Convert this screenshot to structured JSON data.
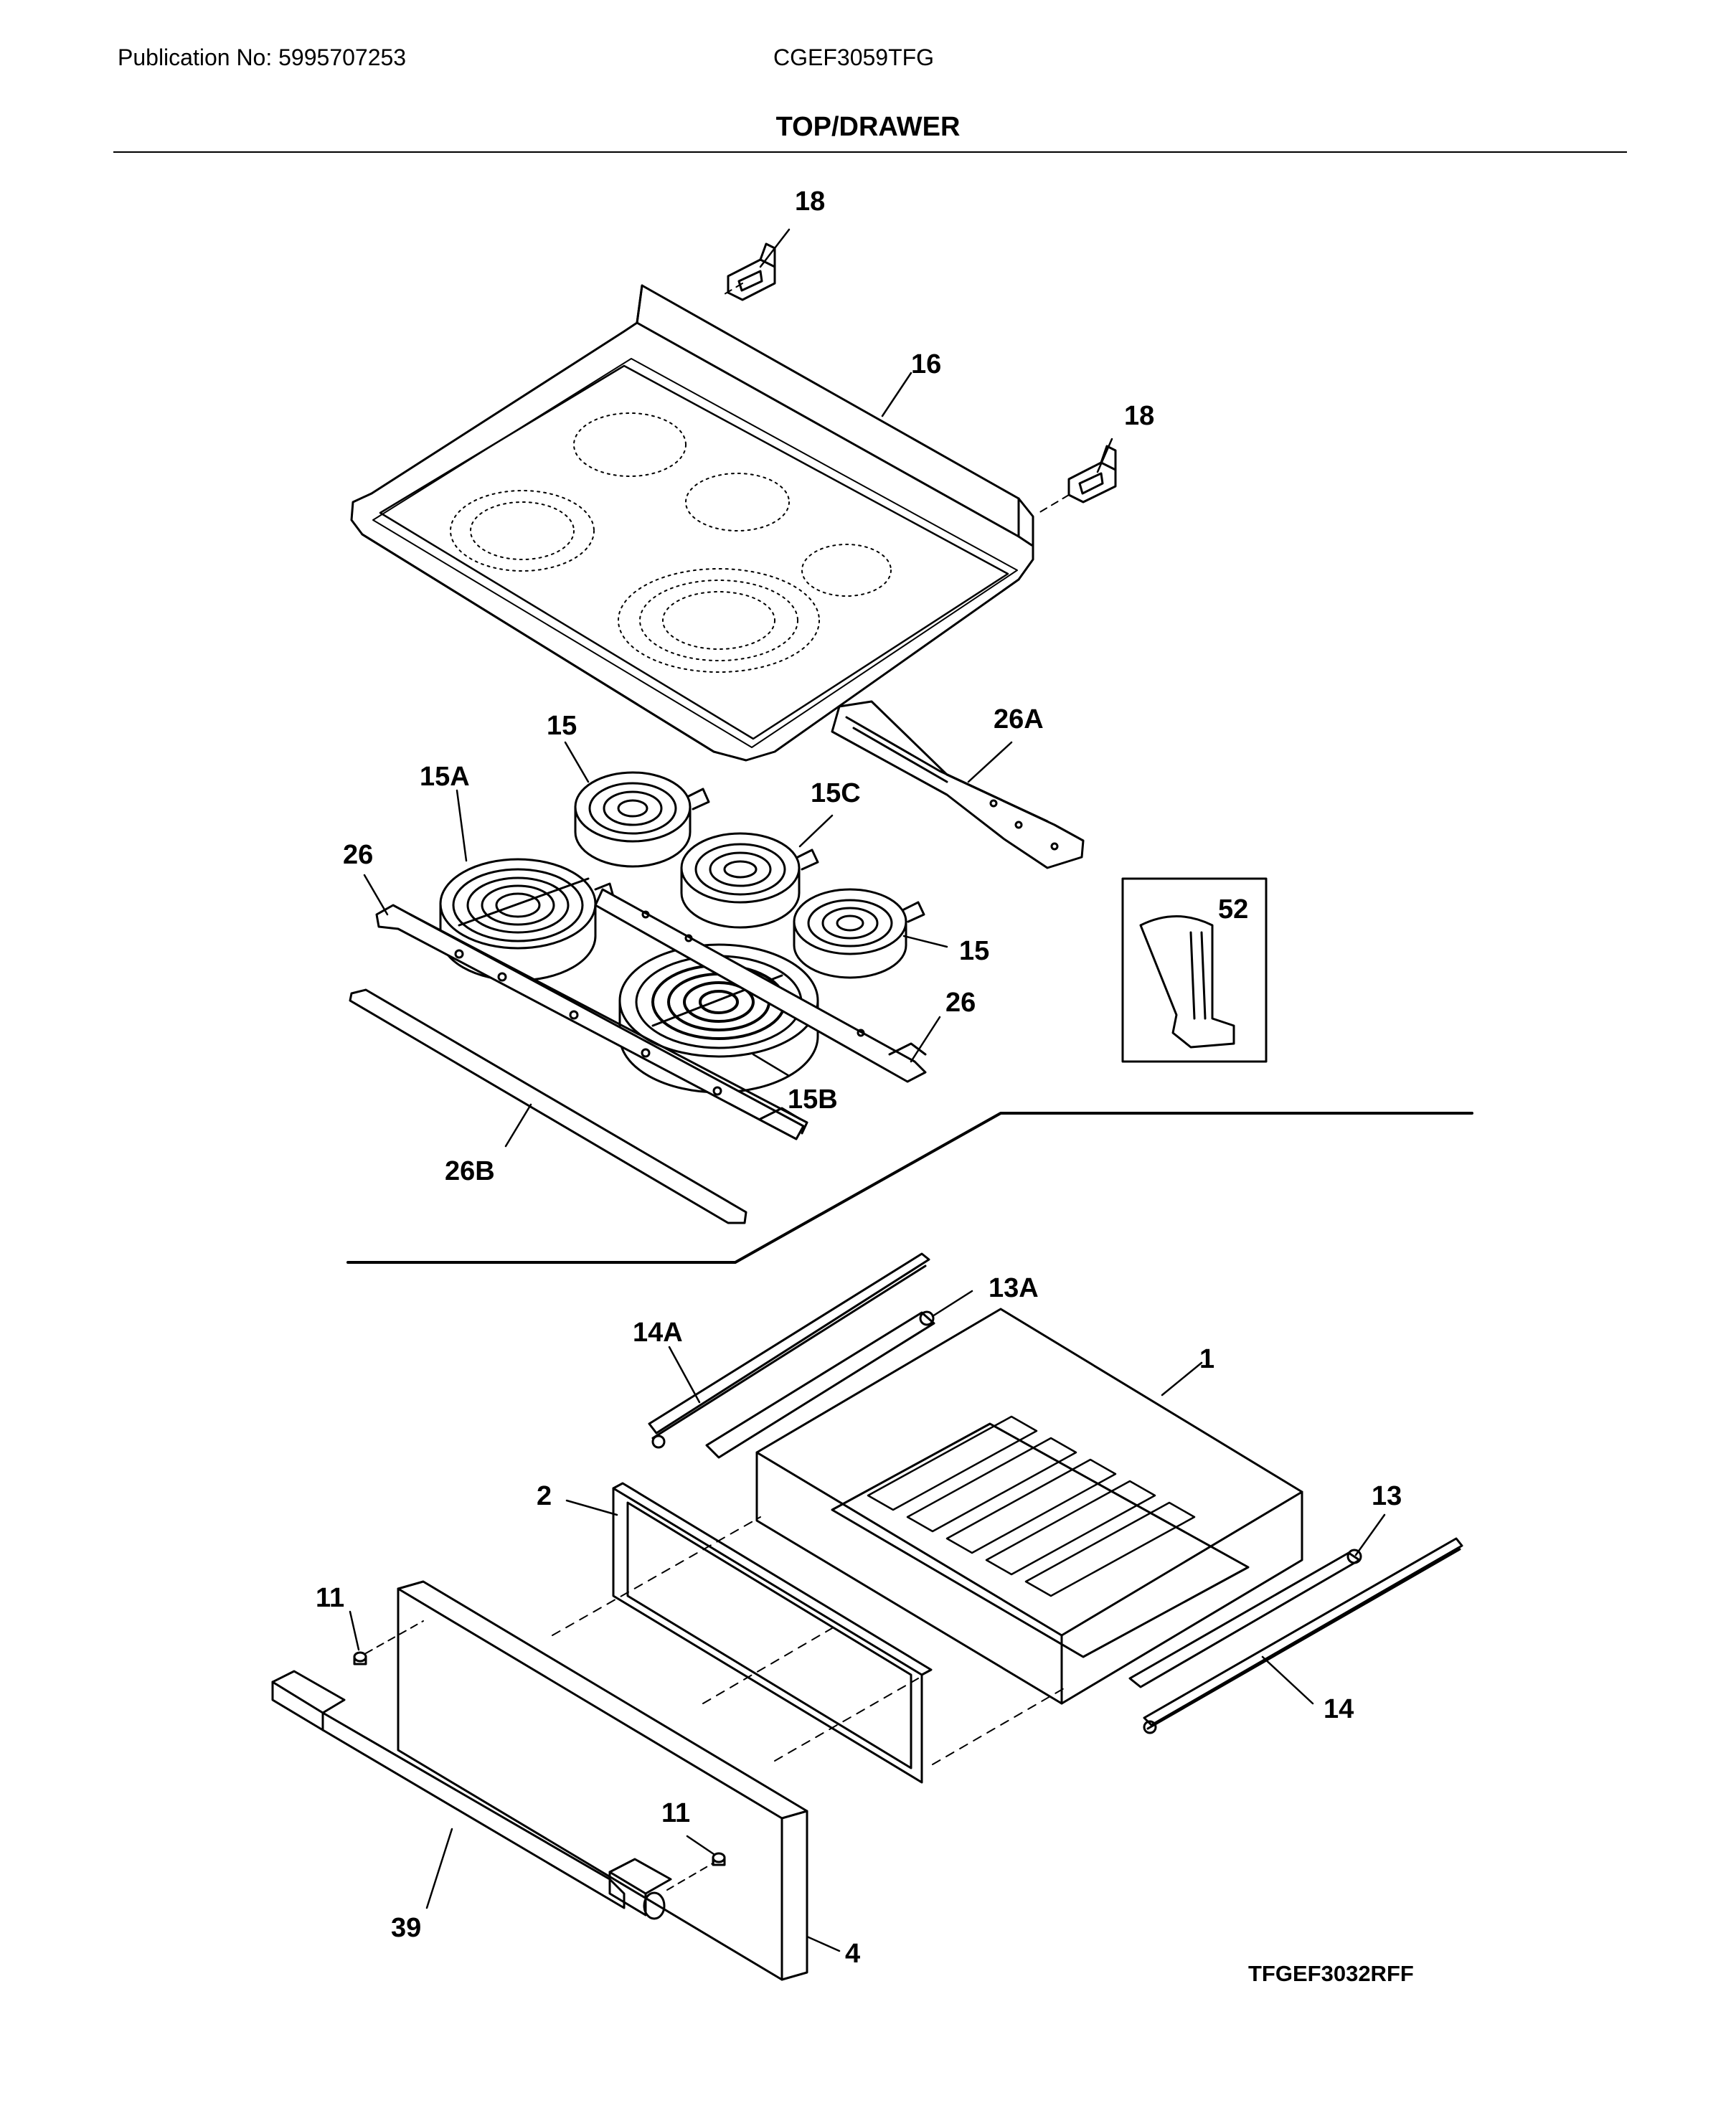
{
  "header": {
    "publication": "Publication No: 5995707253",
    "model": "CGEF3059TFG",
    "section_title": "TOP/DRAWER"
  },
  "callouts": {
    "c18a": "18",
    "c16": "16",
    "c18b": "18",
    "c15top": "15",
    "c26a": "26A",
    "c15a": "15A",
    "c15c": "15C",
    "c26left": "26",
    "c52": "52",
    "c15right": "15",
    "c26right": "26",
    "c15b": "15B",
    "c26b": "26B",
    "c13a": "13A",
    "c14a": "14A",
    "c1": "1",
    "c2": "2",
    "c13": "13",
    "c11a": "11",
    "c14": "14",
    "c11b": "11",
    "c39": "39",
    "c4": "4"
  },
  "footer": {
    "drawing_id": "TFGEF3032RFF"
  }
}
